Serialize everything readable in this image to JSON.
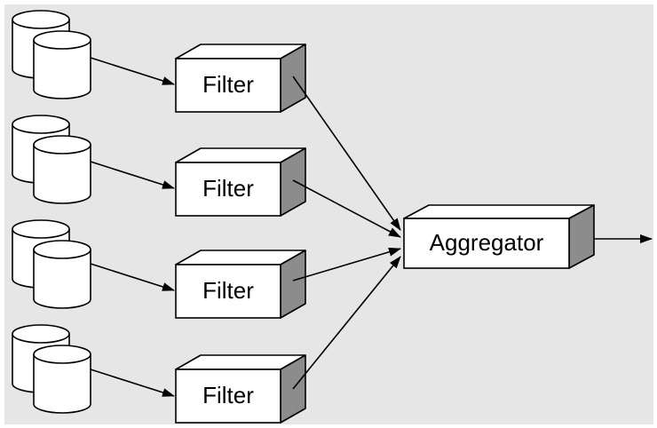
{
  "diagram": {
    "background": "#e6e6e6",
    "side_shade": "#8c8c8c",
    "filters": [
      {
        "label": "Filter"
      },
      {
        "label": "Filter"
      },
      {
        "label": "Filter"
      },
      {
        "label": "Filter"
      }
    ],
    "aggregator": {
      "label": "Aggregator"
    },
    "data_sources": [
      {
        "icon": "database-stack-icon"
      },
      {
        "icon": "database-stack-icon"
      },
      {
        "icon": "database-stack-icon"
      },
      {
        "icon": "database-stack-icon"
      }
    ]
  }
}
